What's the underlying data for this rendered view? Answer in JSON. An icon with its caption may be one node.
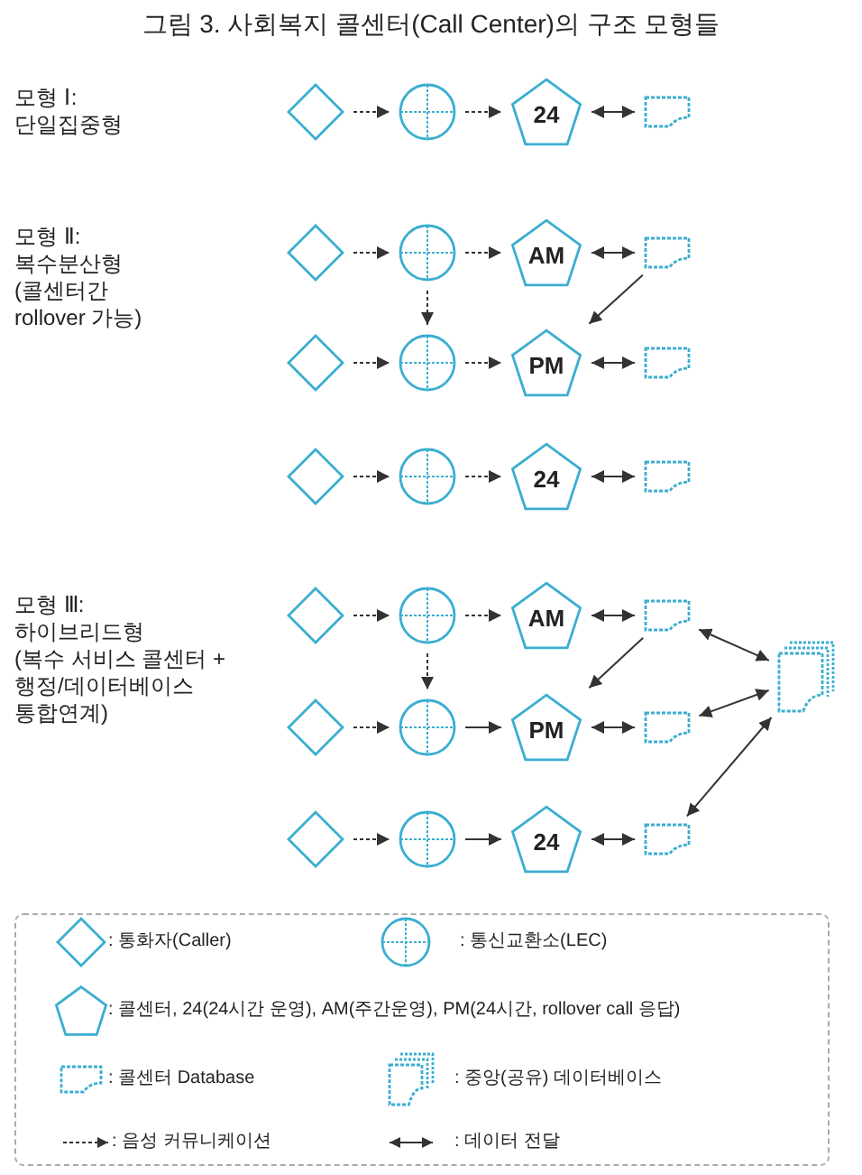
{
  "diagram": {
    "title": "그림 3. 사회복지 콜센터(Call Center)의 구조 모형들",
    "nodes": [
      {
        "text": [],
        "shape": "diamond"
      },
      {
        "text": [],
        "shape": "circle"
      },
      {
        "text": [
          "24"
        ]
      },
      {
        "text": [],
        "shape": "document"
      },
      {
        "text": [],
        "shape": "diamond"
      },
      {
        "text": [],
        "shape": "circle"
      },
      {
        "text": [
          "AM"
        ]
      },
      {
        "text": [],
        "shape": "document"
      },
      {
        "text": [],
        "shape": "diamond"
      },
      {
        "text": [],
        "shape": "circle"
      },
      {
        "text": [
          "PM"
        ]
      },
      {
        "text": [],
        "shape": "document"
      },
      {
        "text": [],
        "shape": "diamond"
      },
      {
        "text": [],
        "shape": "circle"
      },
      {
        "text": [
          "24"
        ]
      },
      {
        "text": [],
        "shape": "document"
      },
      {
        "text": [],
        "shape": "diamond"
      },
      {
        "text": [],
        "shape": "circle"
      },
      {
        "text": [
          "AM"
        ]
      },
      {
        "text": [],
        "shape": "document"
      },
      {
        "text": [],
        "shape": "diamond"
      },
      {
        "text": [],
        "shape": "circle"
      },
      {
        "text": [
          "PM"
        ]
      },
      {
        "text": [],
        "shape": "document"
      },
      {
        "text": [],
        "shape": "stack"
      },
      {
        "text": [],
        "shape": "diamond"
      },
      {
        "text": [],
        "shape": "circle"
      },
      {
        "text": [
          "24"
        ]
      },
      {
        "text": [],
        "shape": "document"
      }
    ],
    "edges": [
      {
        "from": 0,
        "to": 1,
        "arrow": "to",
        "style": "dashed"
      },
      {
        "from": 1,
        "to": 2,
        "arrow": "to",
        "style": "dashed"
      },
      {
        "from": 2,
        "to": 3,
        "arrow": "both"
      },
      {
        "from": 4,
        "to": 5,
        "arrow": "to",
        "style": "dashed"
      },
      {
        "from": 5,
        "to": 6,
        "arrow": "to",
        "style": "dashed"
      },
      {
        "from": 6,
        "to": 7,
        "arrow": "both"
      },
      {
        "from": 5,
        "to": 9,
        "arrow": "to",
        "style": "dashed"
      },
      {
        "from": 7,
        "to": 10,
        "arrow": "to"
      },
      {
        "from": 8,
        "to": 9,
        "arrow": "to",
        "style": "dashed"
      },
      {
        "from": 9,
        "to": 10,
        "arrow": "to",
        "style": "dashed"
      },
      {
        "from": 10,
        "to": 11,
        "arrow": "both"
      },
      {
        "from": 12,
        "to": 13,
        "arrow": "to",
        "style": "dashed"
      },
      {
        "from": 13,
        "to": 14,
        "arrow": "to",
        "style": "dashed"
      },
      {
        "from": 14,
        "to": 15,
        "arrow": "both"
      },
      {
        "from": 16,
        "to": 17,
        "arrow": "to",
        "style": "dashed"
      },
      {
        "from": 17,
        "to": 18,
        "arrow": "to",
        "style": "dashed"
      },
      {
        "from": 18,
        "to": 19,
        "arrow": "both"
      },
      {
        "from": 17,
        "to": 21,
        "arrow": "to",
        "style": "dashed"
      },
      {
        "from": 19,
        "to": 22,
        "arrow": "to"
      },
      {
        "from": 19,
        "to": 24,
        "arrow": "both"
      },
      {
        "from": 20,
        "to": 21,
        "arrow": "to",
        "style": "dashed"
      },
      {
        "from": 21,
        "to": 22,
        "arrow": "to"
      },
      {
        "from": 22,
        "to": 23,
        "arrow": "both"
      },
      {
        "from": 23,
        "to": 24,
        "arrow": "both"
      },
      {
        "from": 25,
        "to": 26,
        "arrow": "to",
        "style": "dashed"
      },
      {
        "from": 26,
        "to": 27,
        "arrow": "to"
      },
      {
        "from": 27,
        "to": 28,
        "arrow": "both"
      },
      {
        "from": 28,
        "to": 24,
        "arrow": "both"
      }
    ],
    "labels": [
      "모형 Ⅰ:",
      "단일집중형",
      "모형 Ⅱ:",
      "복수분산형",
      "(콜센터간 rollover 가능)",
      "모형 Ⅲ:",
      "하이브리드형",
      "(복수 서비스 콜센터 + 행정/데이터베이스 통합연계)"
    ],
    "legend": [
      {
        "text": ": 통화자(Caller)"
      },
      {
        "text": ": 통신교환소(LEC)"
      },
      {
        "text": ": 콜센터, 24(24시간 운영), AM(주간운영), PM(24시간, rollover call 응답)"
      },
      {
        "text": ": 콜센터 Database"
      },
      {
        "text": ": 중앙(공유) 데이터베이스"
      },
      {
        "text": ": 음성 커뮤니케이션"
      },
      {
        "text": ": 데이터 전달"
      }
    ]
  }
}
